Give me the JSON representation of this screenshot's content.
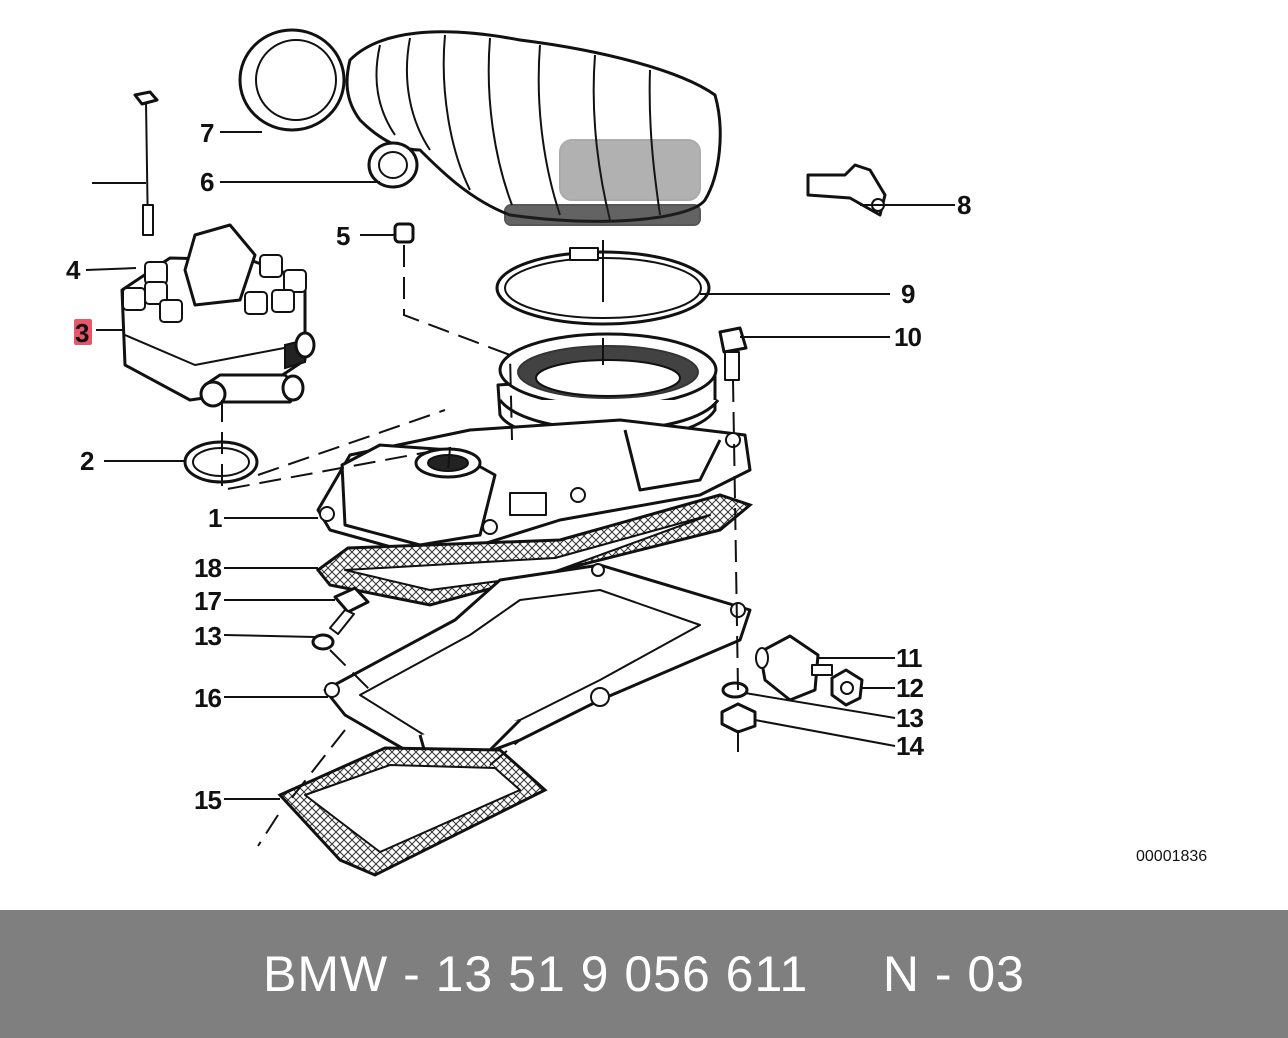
{
  "callouts": {
    "c1": "1",
    "c2": "2",
    "c3": "3",
    "c4": "4",
    "c5": "5",
    "c6": "6",
    "c7": "7",
    "c8": "8",
    "c9": "9",
    "c10": "10",
    "c11": "11",
    "c12": "12",
    "c13a": "13",
    "c13b": "13",
    "c14": "14",
    "c15": "15",
    "c16": "16",
    "c17": "17",
    "c18": "18"
  },
  "highlight_color": "#e0394f",
  "reference_code": "00001836",
  "footer": {
    "text": "BMW - 13 51 9 056 611     N - 03",
    "background": "#7f7f80"
  }
}
